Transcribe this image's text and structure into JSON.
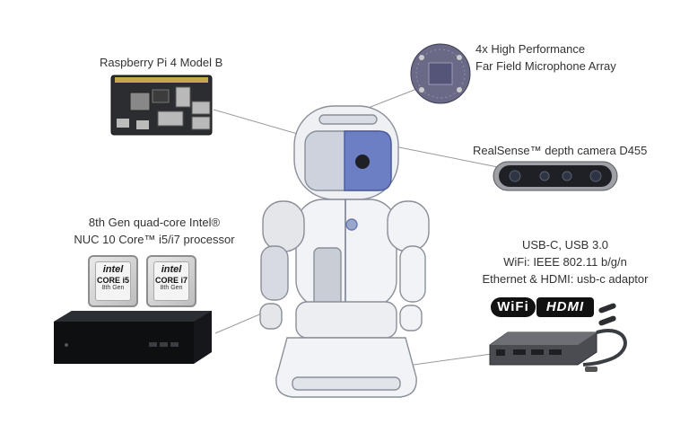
{
  "labels": {
    "raspberry_pi": "Raspberry Pi 4 Model B",
    "mic_line1": "4x High Performance",
    "mic_line2": "Far Field Microphone Array",
    "realsense": "RealSense™ depth camera D455",
    "nuc_line1": "8th Gen quad-core Intel®",
    "nuc_line2": "NUC 10 Core™ i5/i7 processor",
    "usb_line1": "USB-C, USB 3.0",
    "usb_line2": "WiFi: IEEE 802.11 b/g/n",
    "usb_line3": "Ethernet & HDMI: usb-c adaptor"
  },
  "chips": [
    {
      "brand": "intel",
      "core": "CORE i5",
      "gen": "8th Gen"
    },
    {
      "brand": "intel",
      "core": "CORE i7",
      "gen": "8th Gen"
    }
  ],
  "badges": {
    "wifi": "WiFi",
    "hdmi": "HDMI"
  },
  "colors": {
    "line": "#9a9a9a",
    "robot_outline": "#8a8f99",
    "camera_panel": "#6d7fc4",
    "dark": "#1e2026"
  }
}
